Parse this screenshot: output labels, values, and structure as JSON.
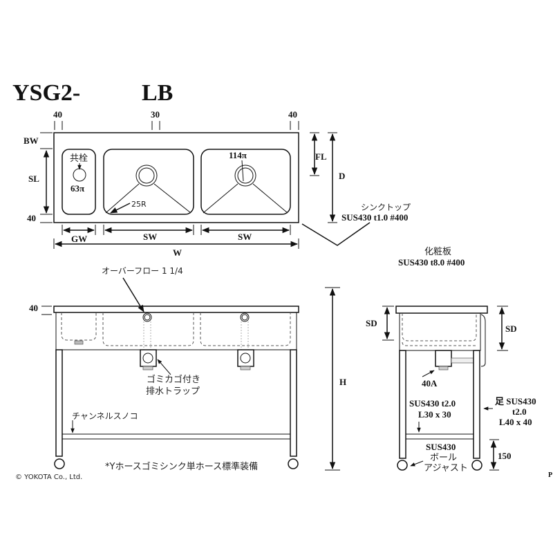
{
  "title": {
    "model_prefix": "YSG2-",
    "model_suffix": "LB"
  },
  "top_view": {
    "dim_left_margin": "40",
    "dim_divider": "30",
    "dim_right_margin": "40",
    "bw": "BW",
    "sl": "SL",
    "dim_front": "40",
    "faucet_label": "共栓",
    "faucet_hole": "63π",
    "drain_size": "114π",
    "corner_radius": "25R",
    "gw": "GW",
    "sw1": "SW",
    "sw2": "SW",
    "w": "W",
    "fl": "FL",
    "d": "D"
  },
  "notes": {
    "sinktop_label": "シンクトップ",
    "sinktop_spec": "SUS430 t1.0 #400",
    "panel_label": "化粧板",
    "panel_spec": "SUS430 t8.0 #400"
  },
  "front_view": {
    "overflow": "オーバーフロー 1 1/4",
    "top_thickness": "40",
    "trap_line1": "ゴミカゴ付き",
    "trap_line2": "排水トラップ",
    "shelf": "チャンネルスノコ",
    "h": "H",
    "hose_note": "*Yホースゴミシンク単ホース標準装備"
  },
  "side_view": {
    "sd_left": "SD",
    "sd_right": "SD",
    "drain": "40A",
    "shelf_spec1": "SUS430 t2.0",
    "shelf_spec2": "L30 x 30",
    "leg_spec1": "足 SUS430",
    "leg_spec2": "t2.0",
    "leg_spec3": "L40 x 40",
    "adjuster1": "SUS430",
    "adjuster2": "ボール",
    "adjuster3": "アジャスト",
    "shelf_height": "150"
  },
  "footer": {
    "copyright": "© YOKOTA Co., Ltd.",
    "page": "P"
  }
}
